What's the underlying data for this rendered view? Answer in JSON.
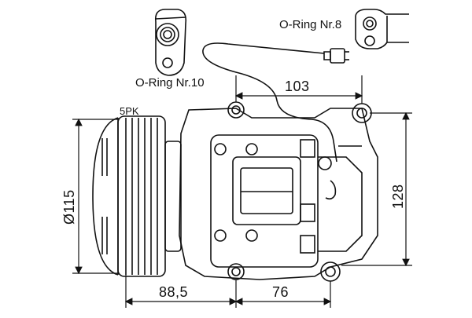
{
  "labels": {
    "oring8": "O-Ring Nr.8",
    "oring10": "O-Ring Nr.10",
    "pulley": "5PK"
  },
  "dimensions": {
    "top_width": "103",
    "pulley_diameter": "Ø115",
    "height": "128",
    "bottom_left": "88,5",
    "bottom_right": "76"
  },
  "colors": {
    "line": "#111111",
    "background": "#ffffff"
  }
}
